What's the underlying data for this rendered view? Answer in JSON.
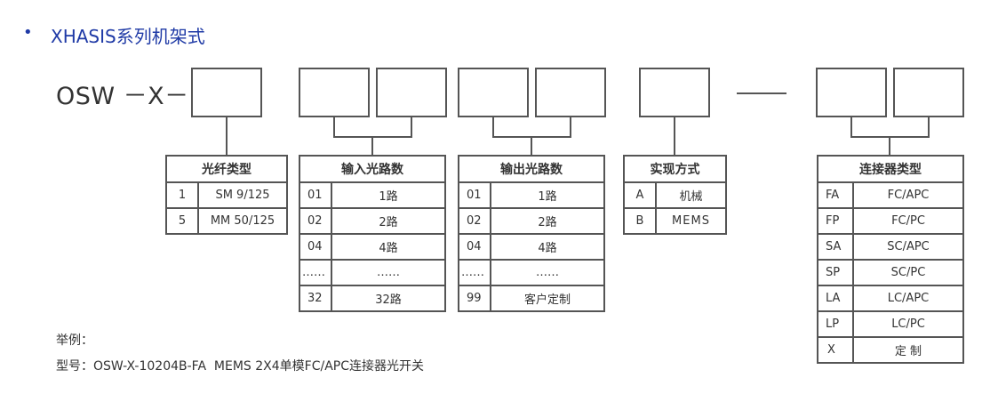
{
  "section": {
    "bullet": "•",
    "title": "XHASIS系列机架式"
  },
  "model": {
    "prefix": "OSW －X－",
    "separator": "dash"
  },
  "tables": {
    "fiber_type": {
      "header": "光纤类型",
      "rows": [
        {
          "code": "1",
          "value": "SM 9/125"
        },
        {
          "code": "5",
          "value": "MM 50/125"
        }
      ]
    },
    "input_ports": {
      "header": "输入光路数",
      "rows": [
        {
          "code": "01",
          "value": "1路"
        },
        {
          "code": "02",
          "value": "2路"
        },
        {
          "code": "04",
          "value": "4路"
        },
        {
          "code": "……",
          "value": "……"
        },
        {
          "code": "32",
          "value": "32路"
        }
      ]
    },
    "output_ports": {
      "header": "输出光路数",
      "rows": [
        {
          "code": "01",
          "value": "1路"
        },
        {
          "code": "02",
          "value": "2路"
        },
        {
          "code": "04",
          "value": "4路"
        },
        {
          "code": "……",
          "value": "……"
        },
        {
          "code": "99",
          "value": "客户定制"
        }
      ]
    },
    "implementation": {
      "header": "实现方式",
      "rows": [
        {
          "code": "A",
          "value": "机械"
        },
        {
          "code": "B",
          "value": "MEMS"
        }
      ]
    },
    "connector": {
      "header": "连接器类型",
      "rows": [
        {
          "code": "FA",
          "value": "FC/APC"
        },
        {
          "code": "FP",
          "value": "FC/PC"
        },
        {
          "code": "SA",
          "value": "SC/APC"
        },
        {
          "code": "SP",
          "value": "SC/PC"
        },
        {
          "code": "LA",
          "value": "LC/APC"
        },
        {
          "code": "LP",
          "value": "LC/PC"
        },
        {
          "code": "X",
          "value": "定 制"
        }
      ]
    }
  },
  "example": {
    "label": "举例：",
    "text": "型号：OSW-X-10204B-FA  MEMS 2X4单模FC/APC连接器光开关"
  },
  "colors": {
    "title": "#1f3aa6",
    "text": "#333333",
    "border": "#555555"
  }
}
